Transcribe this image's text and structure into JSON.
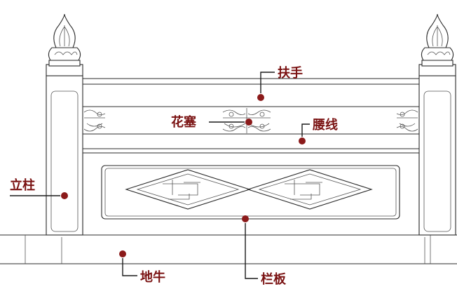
{
  "labels": {
    "handrail": "扶手",
    "flower_block": "花塞",
    "waist_line": "腰线",
    "post": "立柱",
    "panel": "栏板",
    "ground_beam": "地牛"
  },
  "colors": {
    "label": "#7a1212",
    "dot": "#8b1a1a",
    "line": "#2b2b2b"
  }
}
